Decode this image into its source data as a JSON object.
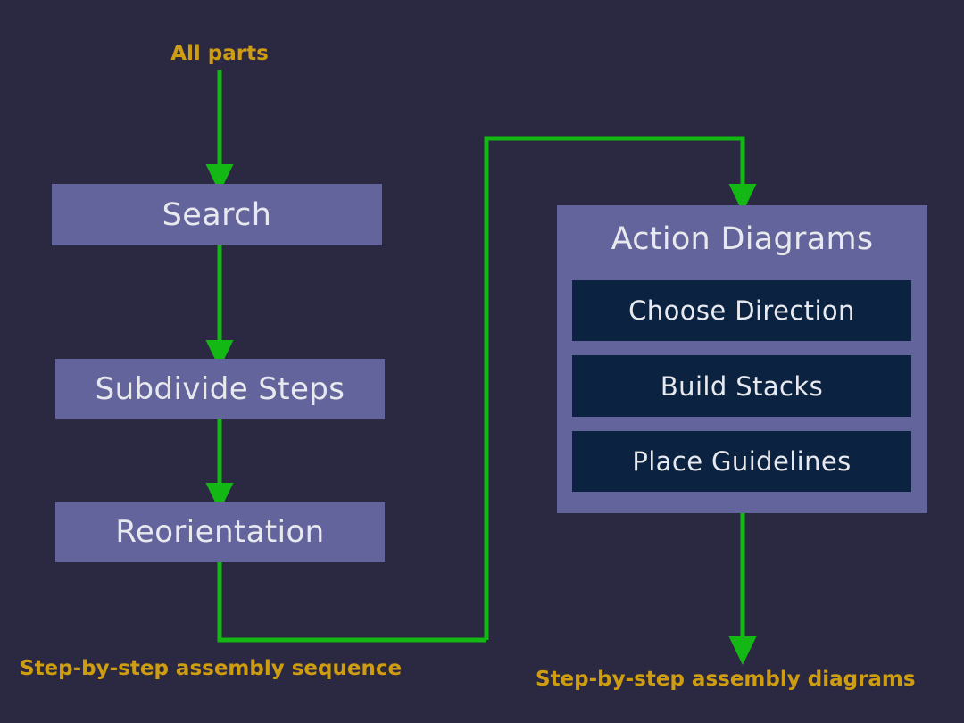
{
  "diagram": {
    "title": "Assembly instruction generation pipeline",
    "background_color": "#2b2841",
    "node_color": "#63649b",
    "subnode_color": "#0b2340",
    "node_text_color": "#e8e8ef",
    "label_color": "#cf9d10",
    "arrow_color": "#14b814"
  },
  "labels": {
    "input": "All parts",
    "output_sequence": "Step-by-step assembly sequence",
    "output_diagrams": "Step-by-step assembly diagrams"
  },
  "pipeline": {
    "nodes": [
      {
        "id": "search",
        "label": "Search"
      },
      {
        "id": "subdivide",
        "label": "Subdivide Steps"
      },
      {
        "id": "reorientation",
        "label": "Reorientation"
      }
    ]
  },
  "action_group": {
    "title": "Action Diagrams",
    "steps": [
      {
        "id": "choose-direction",
        "label": "Choose Direction"
      },
      {
        "id": "build-stacks",
        "label": "Build Stacks"
      },
      {
        "id": "place-guidelines",
        "label": "Place Guidelines"
      }
    ]
  },
  "edges": [
    {
      "from": "All parts",
      "to": "Search"
    },
    {
      "from": "Search",
      "to": "Subdivide Steps"
    },
    {
      "from": "Subdivide Steps",
      "to": "Reorientation"
    },
    {
      "from": "Reorientation",
      "to": "Step-by-step assembly sequence"
    },
    {
      "from": "Reorientation",
      "to": "Action Diagrams"
    },
    {
      "from": "Action Diagrams",
      "to": "Step-by-step assembly diagrams"
    }
  ]
}
